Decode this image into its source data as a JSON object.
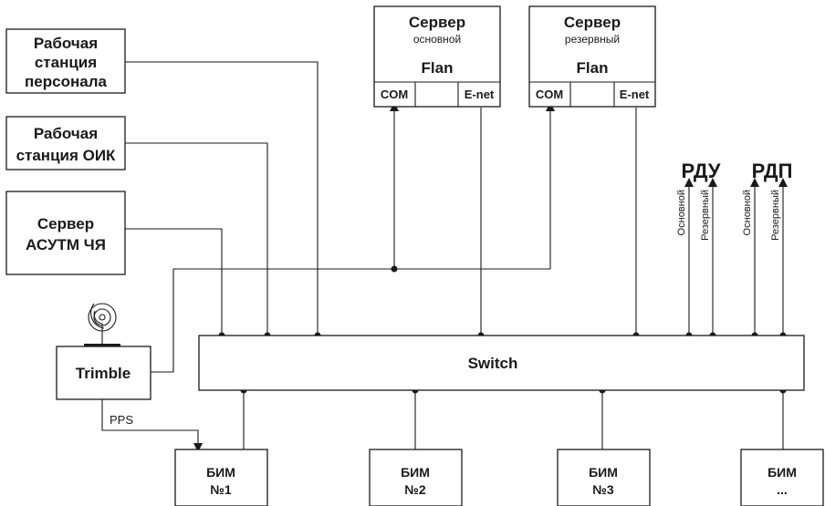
{
  "workstation_staff": {
    "line1": "Рабочая",
    "line2": "станция",
    "line3": "персонала"
  },
  "workstation_oik": {
    "line1": "Рабочая",
    "line2": "станция ОИК"
  },
  "server_asutm": {
    "line1": "Сервер",
    "line2": "АСУТМ ЧЯ"
  },
  "server_main": {
    "title": "Сервер",
    "subtitle": "основной",
    "app": "Flan",
    "port_com": "COM",
    "port_enet": "E-net"
  },
  "server_backup": {
    "title": "Сервер",
    "subtitle": "резервный",
    "app": "Flan",
    "port_com": "COM",
    "port_enet": "E-net"
  },
  "rdu": {
    "label": "РДУ",
    "ch_main": "Основной",
    "ch_backup": "Резервный"
  },
  "rdp": {
    "label": "РДП",
    "ch_main": "Основной",
    "ch_backup": "Резервный"
  },
  "switch": {
    "label": "Switch"
  },
  "trimble": {
    "label": "Trimble",
    "pps": "PPS"
  },
  "bim": [
    {
      "line1": "БИМ",
      "line2": "№1"
    },
    {
      "line1": "БИМ",
      "line2": "№2"
    },
    {
      "line1": "БИМ",
      "line2": "№3"
    },
    {
      "line1": "БИМ",
      "line2": "..."
    }
  ]
}
